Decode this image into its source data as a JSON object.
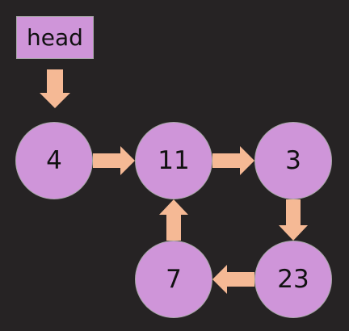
{
  "colors": {
    "background": "#262324",
    "node_fill": "#cf95d9",
    "node_border": "#a8a8a8",
    "arrow_fill": "#f5b995",
    "text": "#111111"
  },
  "head": {
    "label": "head"
  },
  "nodes": [
    {
      "id": "n4",
      "label": "4"
    },
    {
      "id": "n11",
      "label": "11"
    },
    {
      "id": "n3",
      "label": "3"
    },
    {
      "id": "n23",
      "label": "23"
    },
    {
      "id": "n7",
      "label": "7"
    }
  ],
  "edges": [
    {
      "from": "head",
      "to": "n4"
    },
    {
      "from": "n4",
      "to": "n11"
    },
    {
      "from": "n11",
      "to": "n3"
    },
    {
      "from": "n3",
      "to": "n23"
    },
    {
      "from": "n23",
      "to": "n7"
    },
    {
      "from": "n7",
      "to": "n11"
    }
  ]
}
